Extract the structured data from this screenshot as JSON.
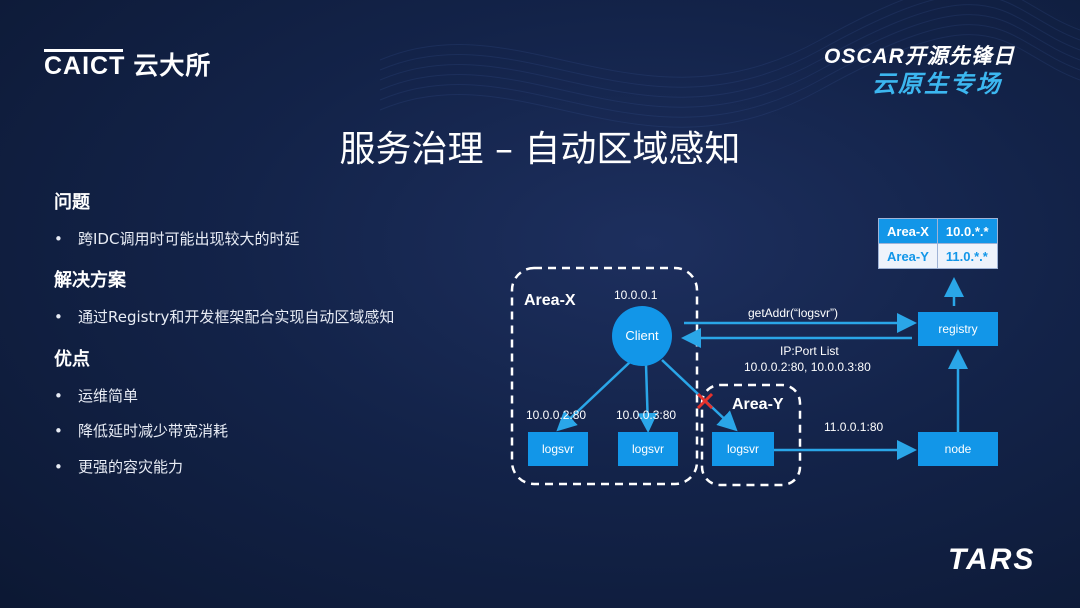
{
  "header": {
    "caict_en": "CAICT",
    "caict_cn": "云大所",
    "oscar_line1": "OSCAR开源先锋日",
    "oscar_line2": "云原生专场"
  },
  "title": "服务治理 – 自动区域感知",
  "sections": {
    "problem_heading": "问题",
    "problem_items": [
      "跨IDC调用时可能出现较大的时延"
    ],
    "solution_heading": "解决方案",
    "solution_items": [
      "通过Registry和开发框架配合实现自动区域感知"
    ],
    "advantage_heading": "优点",
    "advantage_items": [
      "运维简单",
      "降低延时减少带宽消耗",
      "更强的容灾能力"
    ]
  },
  "bullet": "•",
  "diagram": {
    "area_x": "Area-X",
    "area_y": "Area-Y",
    "client_ip": "10.0.0.1",
    "client": "Client",
    "logsvr1_ip": "10.0.0.2:80",
    "logsvr2_ip": "10.0.0.3:80",
    "logsvr": "logsvr",
    "area_y_ip": "11.0.0.1:80",
    "node": "node",
    "registry": "registry",
    "get_addr": "getAddr(“logsvr”)",
    "ip_list_label": "IP:Port List",
    "ip_list_values": "10.0.0.2:80,  10.0.0.3:80",
    "table": [
      {
        "area": "Area-X",
        "ip": "10.0.*.*"
      },
      {
        "area": "Area-Y",
        "ip": "11.0.*.*"
      }
    ],
    "colors": {
      "box": "#1296e8",
      "line": "#2aa6e8",
      "cross": "#e5322d"
    }
  },
  "footer_logo": "TARS"
}
